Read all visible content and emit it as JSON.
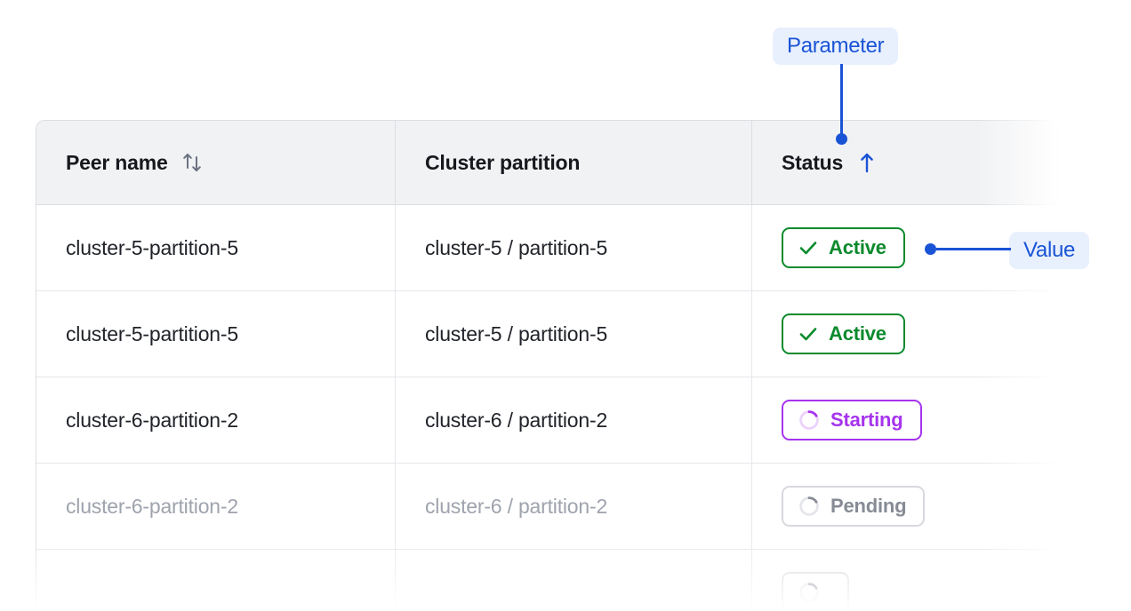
{
  "table": {
    "columns": [
      {
        "label": "Peer name",
        "sort_icon": "sort-both-icon",
        "sort_state": "none"
      },
      {
        "label": "Cluster partition",
        "sort_icon": null,
        "sort_state": "none"
      },
      {
        "label": "Status",
        "sort_icon": "arrow-up-icon",
        "sort_state": "ascending"
      }
    ],
    "rows": [
      {
        "peer_name": "cluster-5-partition-5",
        "cluster_partition": "cluster-5 / partition-5",
        "status": "Active",
        "status_type": "active",
        "status_icon": "check-icon",
        "faded": false
      },
      {
        "peer_name": "cluster-5-partition-5",
        "cluster_partition": "cluster-5 / partition-5",
        "status": "Active",
        "status_type": "active",
        "status_icon": "check-icon",
        "faded": false
      },
      {
        "peer_name": "cluster-6-partition-2",
        "cluster_partition": "cluster-6 / partition-2",
        "status": "Starting",
        "status_type": "starting",
        "status_icon": "spinner-icon",
        "faded": false
      },
      {
        "peer_name": "cluster-6-partition-2",
        "cluster_partition": "cluster-6 / partition-2",
        "status": "Pending",
        "status_type": "pending",
        "status_icon": "spinner-icon",
        "faded": true
      },
      {
        "peer_name": "",
        "cluster_partition": "",
        "status": "",
        "status_type": "pending",
        "status_icon": "spinner-icon",
        "faded": true
      }
    ]
  },
  "annotations": {
    "parameter": {
      "label": "Parameter",
      "target": "status-column-header"
    },
    "value": {
      "label": "Value",
      "target": "status-badge-row-1"
    }
  },
  "colors": {
    "accent": "#1a54d6",
    "annotation_bg": "#e8f0fe",
    "status_active": "#0b8a2c",
    "status_starting": "#a633ee",
    "status_pending": "#868b95",
    "header_bg": "#f1f2f4",
    "border": "#dcdee3"
  }
}
